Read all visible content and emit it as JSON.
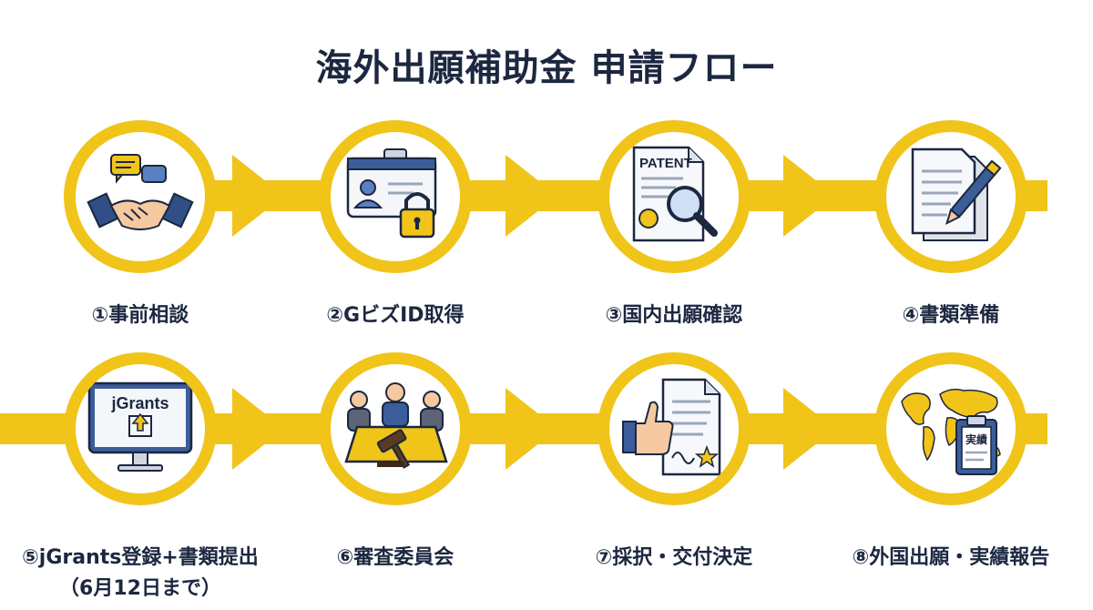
{
  "title": "海外出願補助金 申請フロー",
  "steps": [
    {
      "label": "①事前相談",
      "icon": "handshake-chat-icon"
    },
    {
      "label": "②GビズID取得",
      "icon": "id-card-lock-icon"
    },
    {
      "label": "③国内出願確認",
      "icon": "patent-magnifier-icon",
      "icon_text": "PATENT"
    },
    {
      "label": "④書類準備",
      "icon": "documents-pen-icon"
    },
    {
      "label": "⑤jGrants登録+書類提出",
      "sub": "（6月12日まで）",
      "icon": "monitor-upload-icon",
      "icon_text": "jGrants"
    },
    {
      "label": "⑥審査委員会",
      "icon": "committee-gavel-icon"
    },
    {
      "label": "⑦採択・交付決定",
      "icon": "thumbs-up-certificate-icon"
    },
    {
      "label": "⑧外国出願・実績報告",
      "icon": "world-map-clipboard-icon",
      "icon_text": "実績"
    }
  ],
  "colors": {
    "accent": "#f0c419",
    "navy": "#1c2740",
    "blue": "#3b5d9a"
  }
}
